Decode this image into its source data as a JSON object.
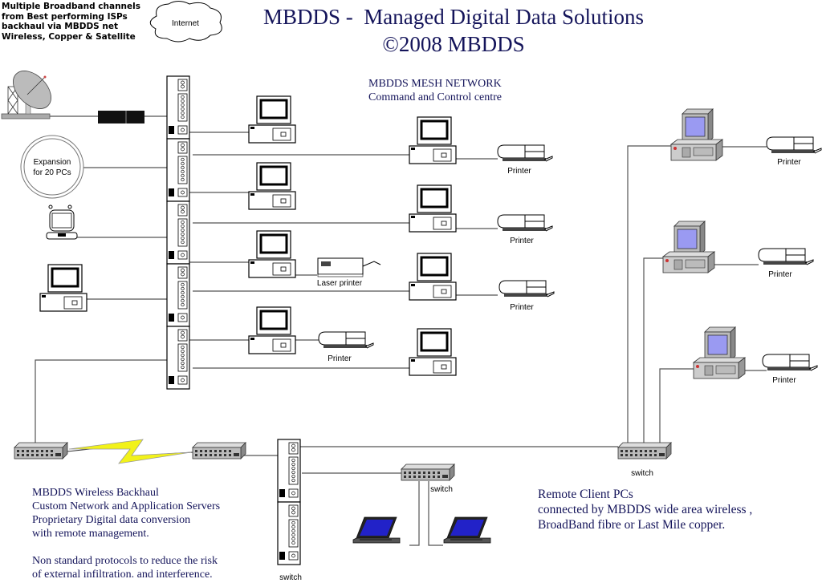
{
  "header": {
    "title": "MBDDS -  Managed Digital Data Solutions",
    "copyright": "©2008 MBDDS"
  },
  "isp_note": [
    "Multiple Broadband channels",
    "from Best performing ISPs",
    "backhaul via MBDDS net",
    "Wireless, Copper & Satellite"
  ],
  "cloud_label": "Internet",
  "expansion_label": [
    "Expansion",
    "for  20 PCs"
  ],
  "mesh": {
    "title": "MBDDS MESH NETWORK",
    "subtitle": "Command and Control centre"
  },
  "device_labels": {
    "printer": "Printer",
    "laser_printer": "Laser printer",
    "switch": "switch"
  },
  "backhaul_text": [
    "MBDDS Wireless Backhaul",
    "Custom Network and Application   Servers",
    "Proprietary Digital data conversion",
    "with remote management.",
    "",
    "Non standard protocols to reduce the risk",
    "of external infiltration. and interference."
  ],
  "remote_text": [
    "Remote Client PCs",
    "connected by MBDDS wide area wireless ,",
    "BroadBand fibre or Last Mile copper."
  ],
  "colors": {
    "title_text": "#14145a",
    "lightning": "#f2f21a",
    "screen_blue": "#8c8cf0",
    "laptop_screen": "#2020c0"
  }
}
